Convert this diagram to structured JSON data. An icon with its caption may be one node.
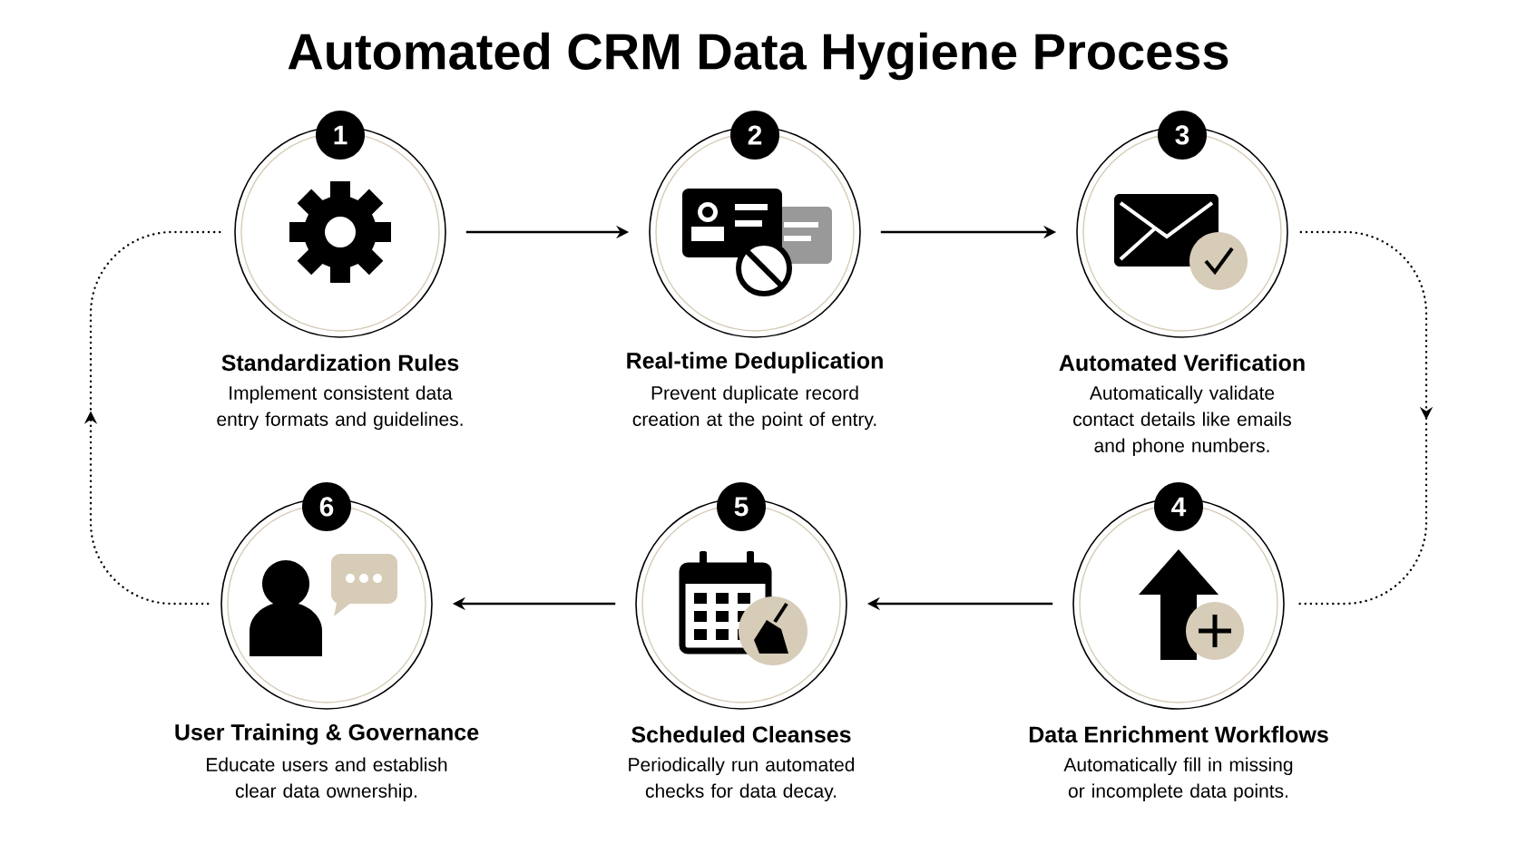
{
  "diagram": {
    "title": "Automated CRM Data Hygiene Process",
    "nodes": [
      {
        "text": [
          "1",
          "Standardization Rules",
          "Implement consistent data entry formats and guidelines."
        ]
      },
      {
        "text": [
          "2",
          "Real-time Deduplication",
          "Prevent duplicate record creation at the point of entry."
        ]
      },
      {
        "text": [
          "3",
          "Automated Verification",
          "Automatically validate contact details like emails and phone numbers."
        ]
      },
      {
        "text": [
          "4",
          "Data Enrichment Workflows",
          "Automatically fill in missing or incomplete data points."
        ]
      },
      {
        "text": [
          "5",
          "Scheduled Cleanses",
          "Periodically run automated checks for data decay."
        ]
      },
      {
        "text": [
          "6",
          "User Training & Governance",
          "Educate users and establish clear data ownership."
        ]
      }
    ],
    "edges": [
      {
        "from": 0,
        "to": 1,
        "arrow": "to"
      },
      {
        "from": 1,
        "to": 2,
        "arrow": "to"
      },
      {
        "from": 2,
        "to": 3,
        "arrow": "to",
        "style": "dashed"
      },
      {
        "from": 3,
        "to": 4,
        "arrow": "to"
      },
      {
        "from": 4,
        "to": 5,
        "arrow": "to"
      },
      {
        "from": 5,
        "to": 0,
        "arrow": "to",
        "style": "dashed"
      }
    ]
  }
}
